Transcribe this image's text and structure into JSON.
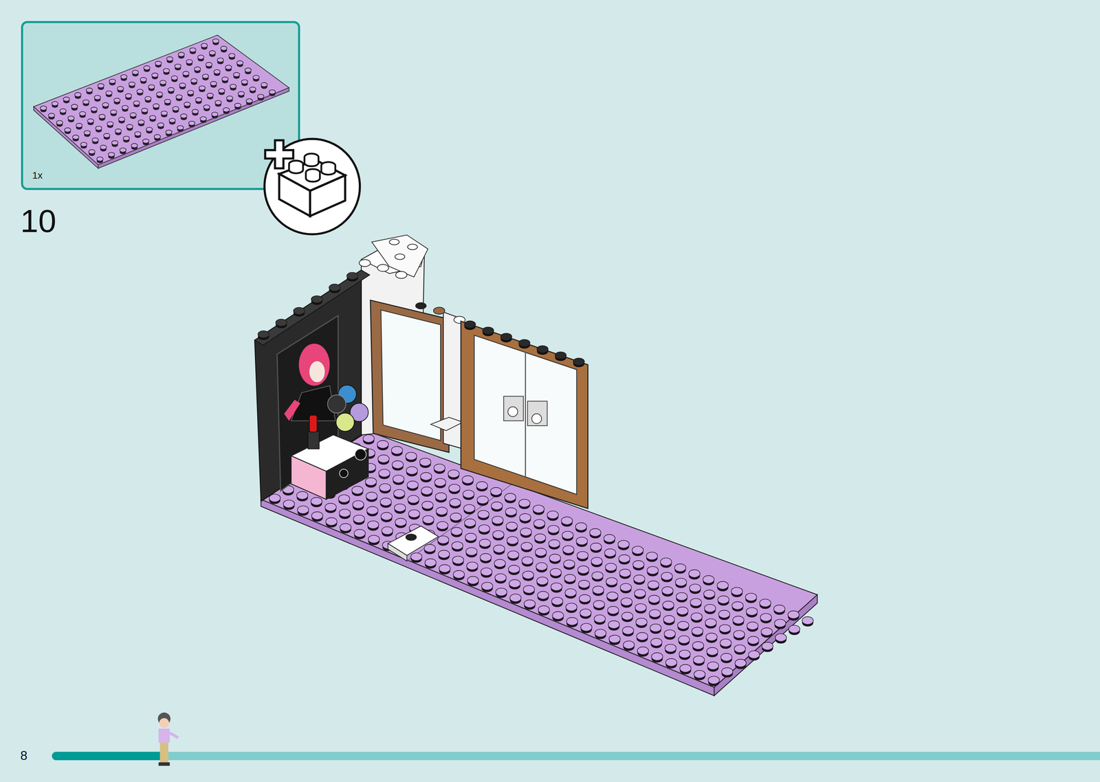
{
  "diagram": {
    "nodes": [
      {
        "text": [
          "1x"
        ]
      }
    ],
    "labels": [
      "10",
      "8"
    ]
  }
}
